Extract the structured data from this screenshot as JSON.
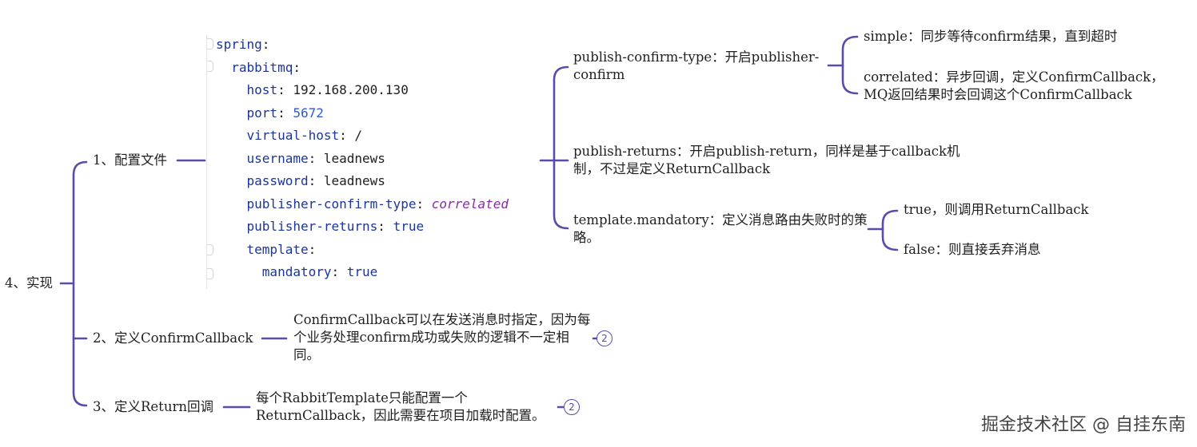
{
  "root": {
    "label": "4、实现"
  },
  "branches": [
    {
      "label": "1、配置文件"
    },
    {
      "label": "2、定义ConfirmCallback"
    },
    {
      "label": "3、定义Return回调"
    }
  ],
  "config_code": {
    "spring": "spring",
    "rabbitmq": "rabbitmq",
    "host_key": "host",
    "host_val": "192.168.200.130",
    "port_key": "port",
    "port_val": "5672",
    "vhost_key": "virtual-host",
    "vhost_val": "/",
    "username_key": "username",
    "username_val": "leadnews",
    "password_key": "password",
    "password_val": "leadnews",
    "pct_key": "publisher-confirm-type",
    "pct_val": "correlated",
    "pr_key": "publisher-returns",
    "pr_val": "true",
    "template_key": "template",
    "mandatory_key": "mandatory",
    "mandatory_val": "true"
  },
  "config_notes": {
    "confirm_type": "publish-confirm-type：开启publisher-confirm",
    "confirm_simple": "simple：同步等待confirm结果，直到超时",
    "confirm_correlated": "correlated：异步回调，定义ConfirmCallback，MQ返回结果时会回调这个ConfirmCallback",
    "returns": "publish-returns：开启publish-return，同样是基于callback机制，不过是定义ReturnCallback",
    "mandatory": "template.mandatory：定义消息路由失败时的策略。",
    "mandatory_true": "true，则调用ReturnCallback",
    "mandatory_false": "false：则直接丢弃消息"
  },
  "confirm_note": "ConfirmCallback可以在发送消息时指定，因为每个业务处理confirm成功或失败的逻辑不一定相同。",
  "confirm_badge": "2",
  "return_note": "每个RabbitTemplate只能配置一个ReturnCallback，因此需要在项目加载时配置。",
  "return_badge": "2",
  "watermark": "掘金技术社区 @ 自挂东南",
  "colors": {
    "connector": "#5b4bab",
    "key": "#1a35a0",
    "number": "#2f5bd0",
    "italic_value": "#8a2ca8"
  }
}
